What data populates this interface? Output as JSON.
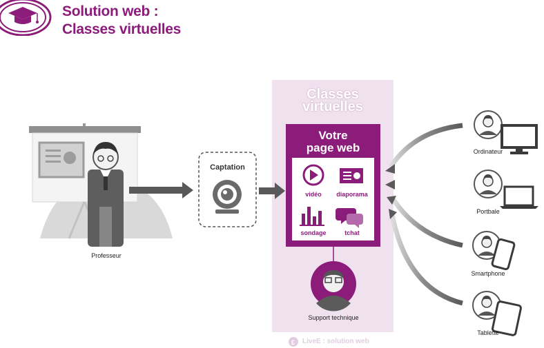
{
  "header": {
    "title_line1": "Solution web :",
    "title_line2": "Classes virtuelles"
  },
  "colors": {
    "accent": "#8b1c7a",
    "panel_bg": "#efe2ee",
    "grey_dark": "#5a5a5a",
    "grey_light": "#d9d9d9"
  },
  "professor": {
    "label": "Professeur"
  },
  "capture": {
    "label": "Captation"
  },
  "virtual_classes": {
    "title_line1": "Classes",
    "title_line2": "virtuelles"
  },
  "webpage": {
    "title_line1": "Votre",
    "title_line2": "page web",
    "features": [
      {
        "label": "vidéo",
        "icon": "play-icon"
      },
      {
        "label": "diaporama",
        "icon": "slideshow-icon"
      },
      {
        "label": "sondage",
        "icon": "bar-chart-icon"
      },
      {
        "label": "tchat",
        "icon": "chat-bubbles-icon"
      }
    ]
  },
  "support": {
    "label": "Support technique"
  },
  "devices": [
    {
      "label": "Ordinateur",
      "icon": "desktop-computer-icon"
    },
    {
      "label": "Portbale",
      "icon": "laptop-icon"
    },
    {
      "label": "Smartphone",
      "icon": "smartphone-icon"
    },
    {
      "label": "Tablette",
      "icon": "tablet-icon"
    }
  ],
  "footer": {
    "brand": "LiveE : solution web"
  }
}
